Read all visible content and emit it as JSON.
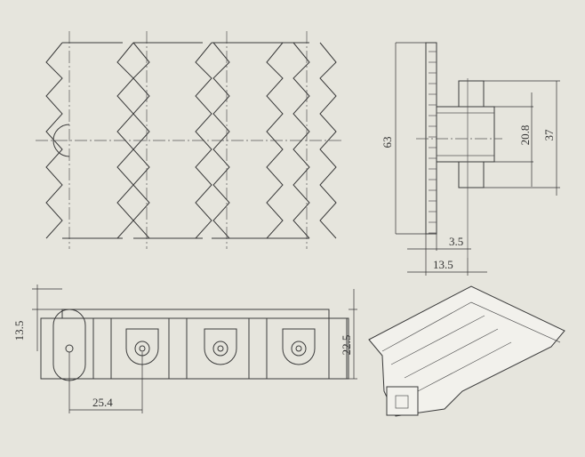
{
  "dimensions": {
    "side_height": "63",
    "hinge_inner": "20.8",
    "hinge_outer": "37",
    "plate_thickness": "3.5",
    "overall_depth": "13.5",
    "front_height_small": "13.5",
    "front_height": "22.5",
    "pitch": "25.4"
  }
}
